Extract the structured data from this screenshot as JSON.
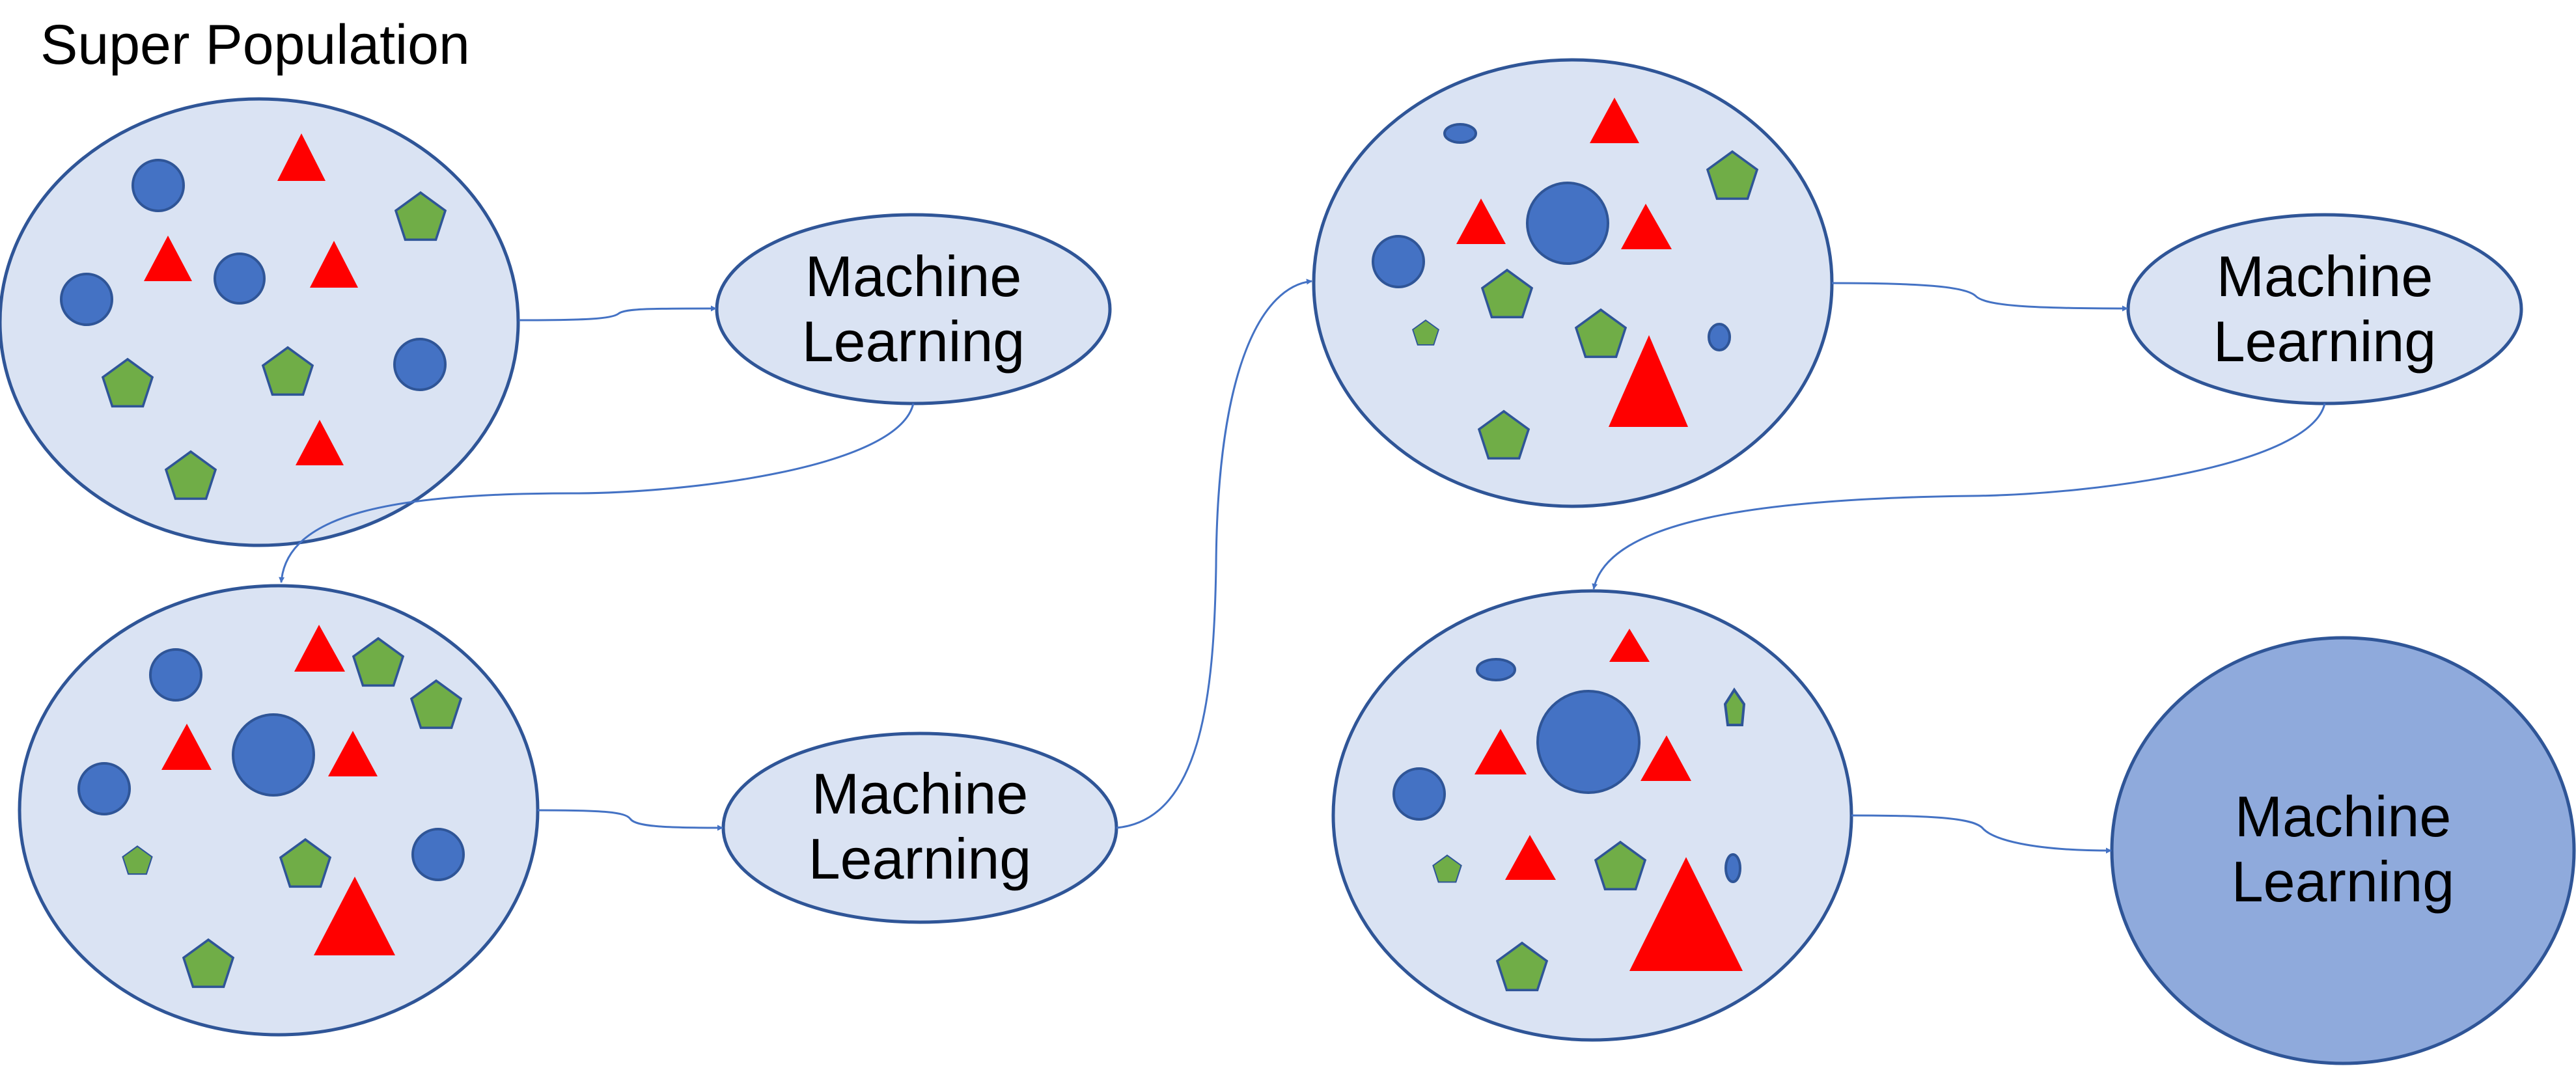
{
  "diagram": {
    "title": "Super Population",
    "nodes": [
      {
        "id": "ml-1",
        "label_line1": "Machine",
        "label_line2": "Learning"
      },
      {
        "id": "ml-2",
        "label_line1": "Machine",
        "label_line2": "Learning"
      },
      {
        "id": "ml-3",
        "label_line1": "Machine",
        "label_line2": "Learning"
      },
      {
        "id": "ml-final",
        "label_line1": "Machine",
        "label_line2": "Learning"
      }
    ],
    "colors": {
      "population_fill": "#dae3f3",
      "outline": "#2f5597",
      "final_model_fill": "#8faadc",
      "circle_shape": "#4472c4",
      "triangle_shape": "#ff0000",
      "pentagon_shape": "#70ad47",
      "connector": "#4472c4"
    }
  }
}
